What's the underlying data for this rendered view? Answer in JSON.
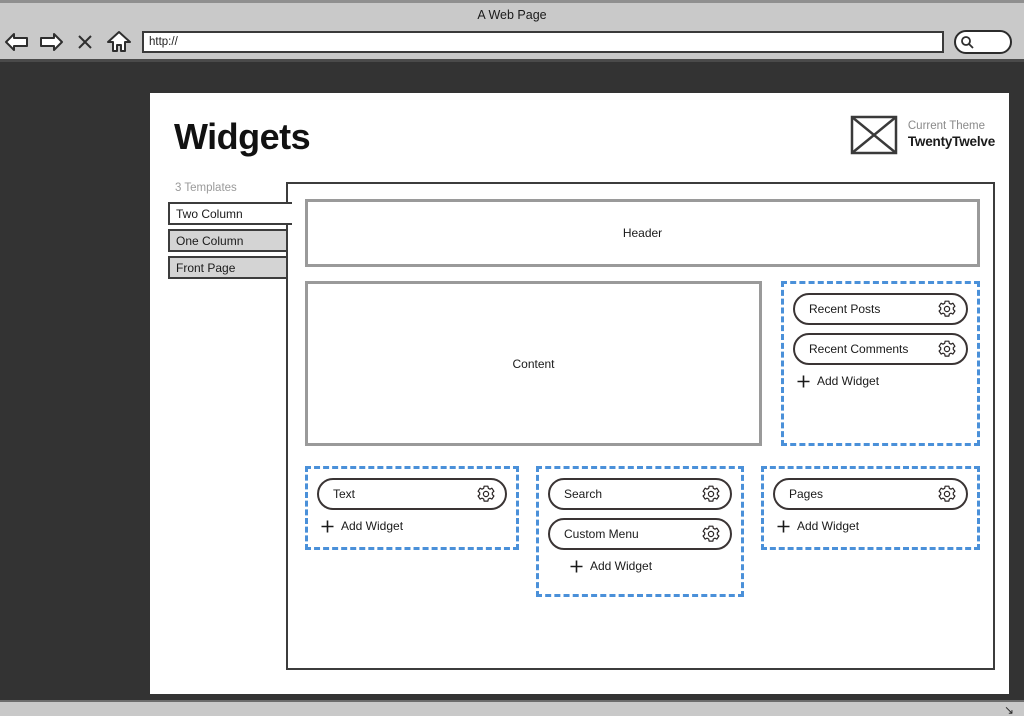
{
  "browser": {
    "window_title": "A Web Page",
    "url_value": "http://",
    "nav": {
      "back": "back-arrow",
      "forward": "forward-arrow",
      "stop": "X",
      "home": "home-icon",
      "search": "search-icon"
    },
    "resize_grip": "↘"
  },
  "page": {
    "title": "Widgets",
    "theme": {
      "label": "Current Theme",
      "name": "TwentyTwelve",
      "thumb_icon": "image-placeholder-icon"
    },
    "templates_count": "3 Templates",
    "tabs": [
      {
        "label": "Two Column",
        "active": true
      },
      {
        "label": "One Column",
        "active": false
      },
      {
        "label": "Front Page",
        "active": false
      }
    ],
    "layout_boxes": [
      {
        "label": "Header"
      },
      {
        "label": "Content"
      }
    ],
    "add_widget_label": "Add Widget",
    "gear_icon": "gear-icon",
    "plus_icon": "plus-icon",
    "dropzones": [
      {
        "name": "sidebar",
        "widgets": [
          {
            "label": "Recent Posts"
          },
          {
            "label": "Recent Comments"
          }
        ]
      },
      {
        "name": "footer-one",
        "widgets": [
          {
            "label": "Text"
          }
        ]
      },
      {
        "name": "footer-two",
        "widgets": [
          {
            "label": "Search"
          },
          {
            "label": "Custom Menu"
          }
        ]
      },
      {
        "name": "footer-three",
        "widgets": [
          {
            "label": "Pages"
          }
        ]
      }
    ]
  },
  "colors": {
    "dropzone_blue": "#4a90d9",
    "backdrop": "#333333",
    "chrome": "#c9c9c9",
    "wire_gray": "#9a9a9a"
  }
}
